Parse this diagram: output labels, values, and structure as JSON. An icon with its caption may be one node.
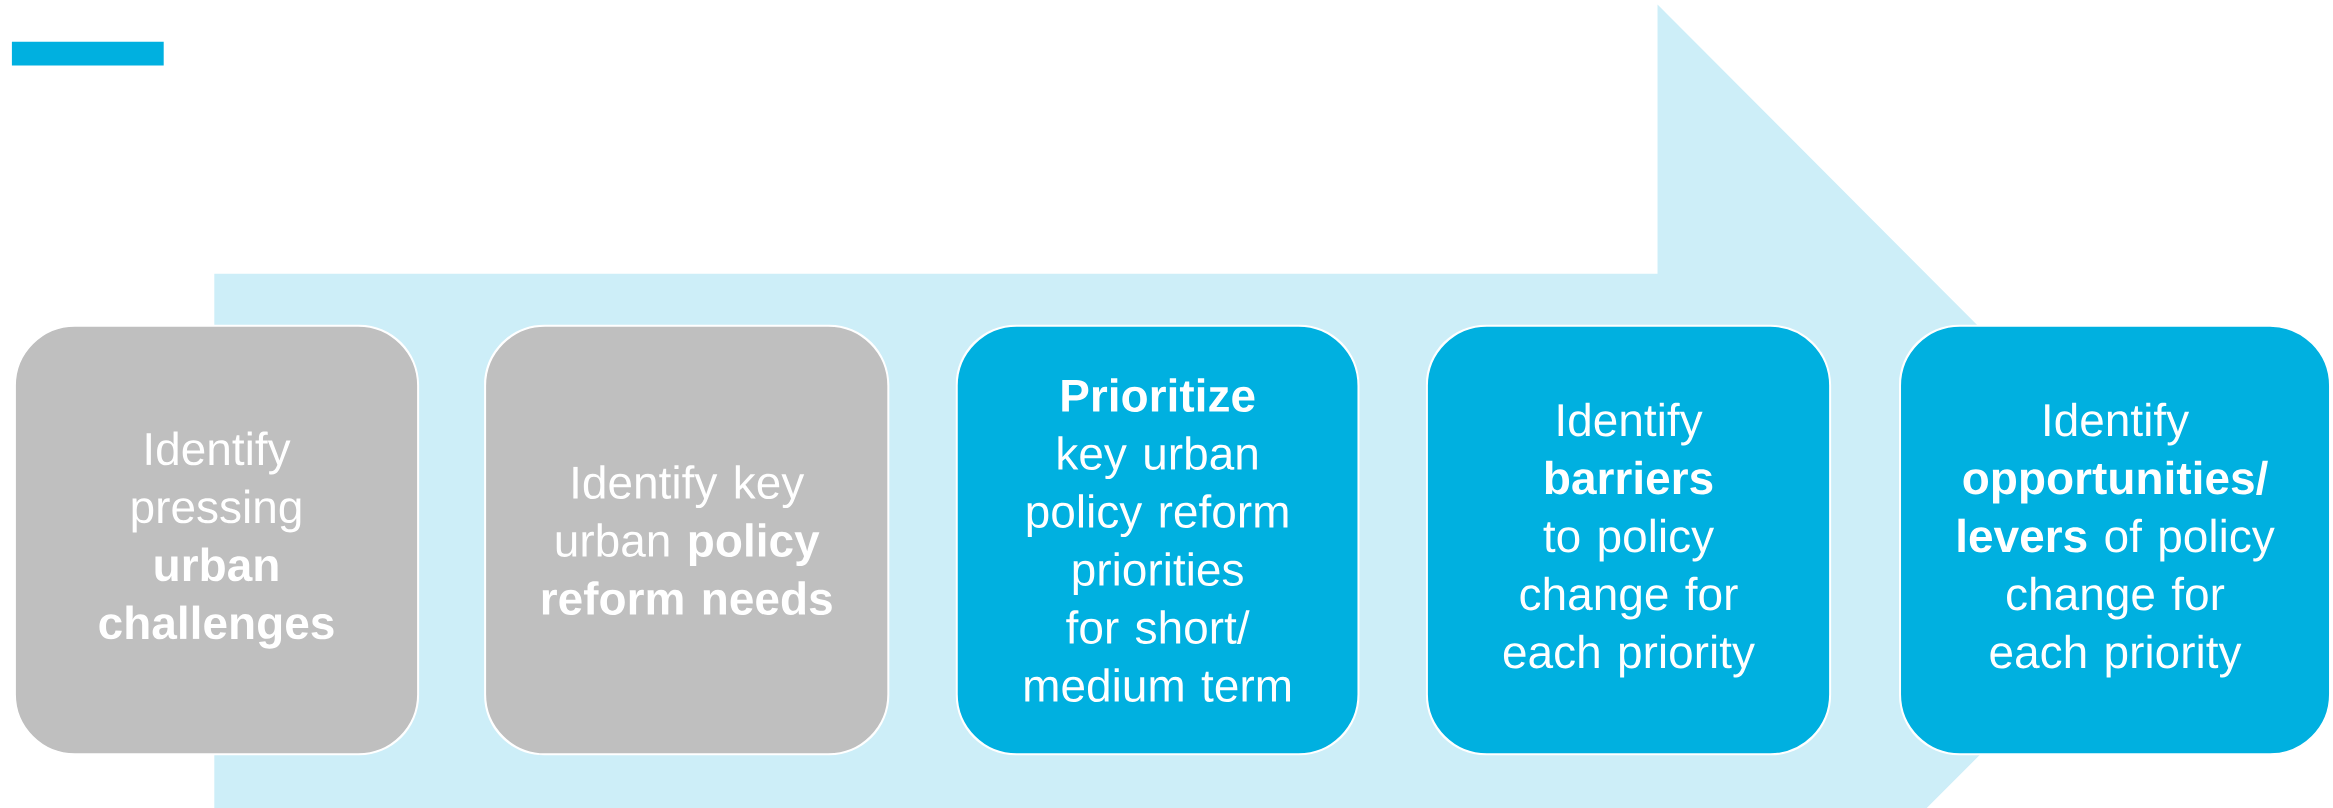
{
  "diagram": {
    "nodes": [
      {
        "text": [
          "Identify pressing **urban challenges**"
        ]
      },
      {
        "text": [
          "Identify key urban **policy reform needs**"
        ]
      },
      {
        "text": [
          "**Prioritize** key urban policy reform priorities for short/ medium term"
        ]
      },
      {
        "text": [
          "Identify **barriers** to policy change for each priority"
        ]
      },
      {
        "text": [
          "Identify **opportunities/ levers** of policy change for each priority"
        ]
      }
    ],
    "edges": [
      {
        "from": 0,
        "to": 4,
        "arrow": "to"
      }
    ]
  }
}
